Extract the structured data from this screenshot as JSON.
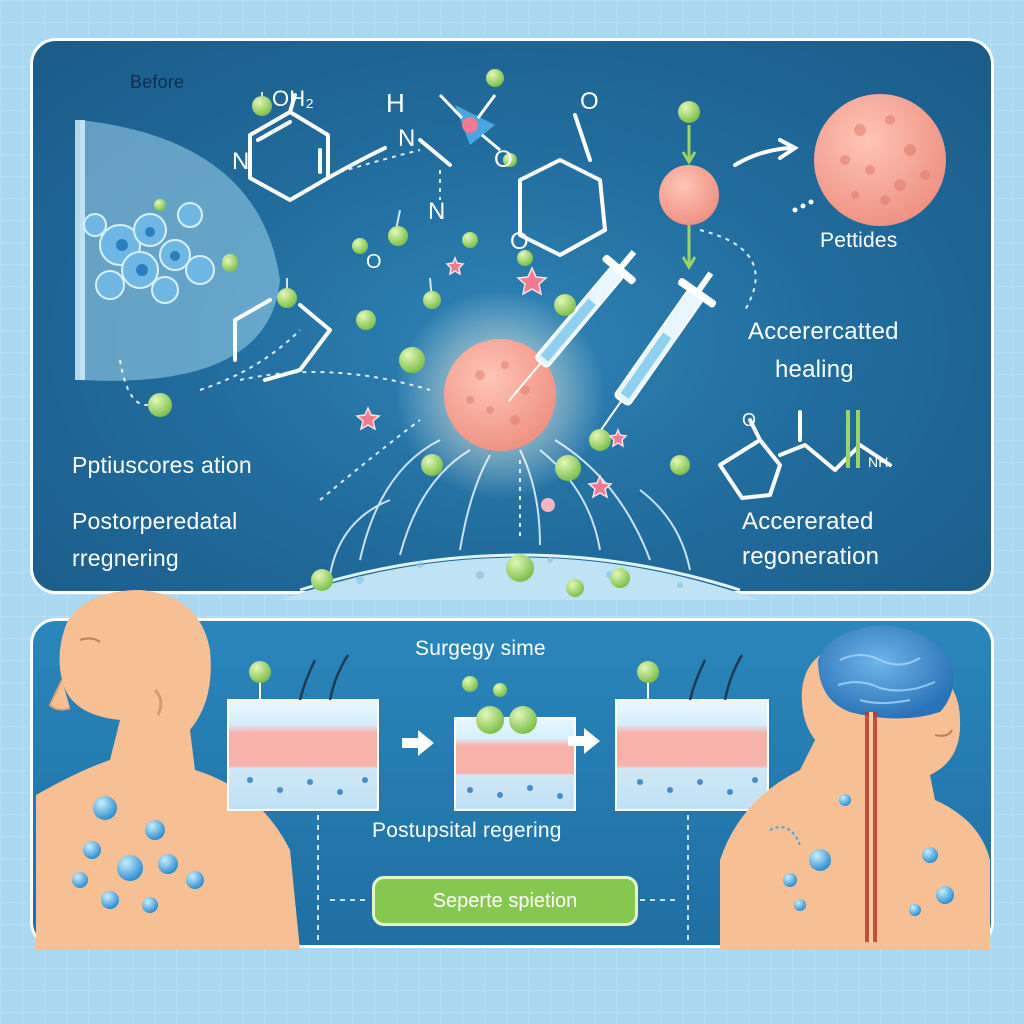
{
  "top_panel": {
    "before_label": "Before",
    "oh2_label": "OH₂",
    "h_label": "H",
    "n_label_1": "N",
    "n_label_2": "N",
    "n_label_3": "N",
    "o_label_1": "O",
    "o_label_2": "O",
    "o_label_3": "O",
    "o_label_4": "O",
    "o_label_5": "O",
    "nh_label": "NH",
    "peptides_label": "Pettides",
    "accelerated_healing_label": [
      "Accerercatted",
      "healing"
    ],
    "accelerated_regeneration_label": [
      "Accererated",
      "regoneration"
    ],
    "peptide_action_label": "Pptiuscores ation",
    "postoperative_label": [
      "Postorperedatal",
      "rregnering"
    ]
  },
  "bottom_panel": {
    "surgery_label": "Surgegy sime",
    "post_label": "Postupsital regering",
    "chip_label": "Seperte spietion"
  },
  "colors": {
    "panel_blue": "#216d9e",
    "peptide_green": "#9bd36a",
    "cell_pink": "#f4a093",
    "skin": "#f6bf94",
    "star_pink": "#f07a8e",
    "chip_green": "#86c84f"
  }
}
